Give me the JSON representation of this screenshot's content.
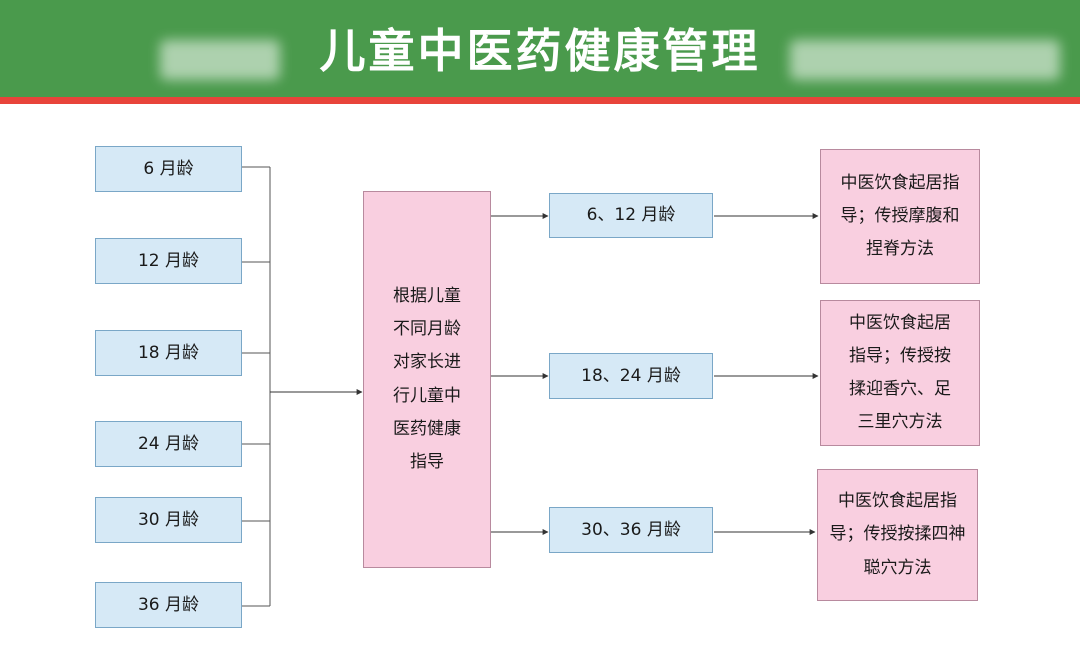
{
  "header": {
    "title": "儿童中医药健康管理",
    "colors": {
      "band": "#4a9a4c",
      "stripe": "#e8443a"
    }
  },
  "left_ages": [
    {
      "label": "6 月龄"
    },
    {
      "label": "12 月龄"
    },
    {
      "label": "18 月龄"
    },
    {
      "label": "24 月龄"
    },
    {
      "label": "30 月龄"
    },
    {
      "label": "36 月龄"
    }
  ],
  "center": {
    "text": "根据儿童\n不同月龄\n对家长进\n行儿童中\n医药健康\n指导"
  },
  "groups": [
    {
      "label": "6、12 月龄",
      "guide": "中医饮食起居指\n导；传授摩腹和\n捏脊方法"
    },
    {
      "label": "18、24 月龄",
      "guide": "中医饮食起居\n指导；传授按\n揉迎香穴、足\n三里穴方法"
    },
    {
      "label": "30、36 月龄",
      "guide": "中医饮食起居指\n导；传授按揉四神\n聪穴方法"
    }
  ],
  "colors": {
    "blue_box": "#d6e9f6",
    "pink_box": "#f9cfe0",
    "line": "#333333"
  }
}
